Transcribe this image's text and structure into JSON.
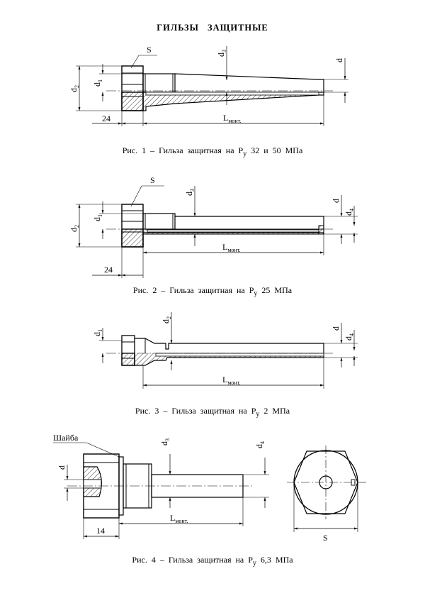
{
  "page_title": "ГИЛЬЗЫ   ЗАЩИТНЫЕ",
  "figures": [
    {
      "caption_prefix": "Рис. 1 – Гильза защитная на P",
      "caption_sub": "y",
      "caption_suffix": " 32 и 50 МПа",
      "labels": {
        "S": "S",
        "d": "d",
        "d1": "d",
        "d1_sub": "1",
        "d2": "d",
        "d2_sub": "2",
        "d3": "d",
        "d3_sub": "3",
        "L": "L",
        "L_sub": "монт.",
        "dim24": "24"
      }
    },
    {
      "caption_prefix": "Рис. 2 – Гильза защитная на P",
      "caption_sub": "y",
      "caption_suffix": " 25 МПа",
      "labels": {
        "S": "S",
        "d": "d",
        "d1": "d",
        "d1_sub": "1",
        "d2": "d",
        "d2_sub": "2",
        "d3": "d",
        "d3_sub": "3",
        "d4": "d",
        "d4_sub": "4",
        "L": "L",
        "L_sub": "монт.",
        "dim24": "24"
      }
    },
    {
      "caption_prefix": "Рис. 3 – Гильза защитная на P",
      "caption_sub": "y",
      "caption_suffix": " 2 МПа",
      "labels": {
        "d": "d",
        "d1": "d",
        "d1_sub": "1",
        "d2": "d",
        "d2_sub": "2",
        "d4": "d",
        "d4_sub": "4",
        "L": "L",
        "L_sub": "монт."
      }
    },
    {
      "caption_prefix": "Рис. 4 – Гильза защитная на P",
      "caption_sub": "y",
      "caption_suffix": " 6,3 МПа",
      "labels": {
        "washer": "Шайба",
        "d": "d",
        "d3": "d",
        "d3_sub": "3",
        "d4": "d",
        "d4_sub": "4",
        "L": "L",
        "L_sub": "монт.",
        "dim14": "14",
        "S": "S"
      }
    }
  ]
}
